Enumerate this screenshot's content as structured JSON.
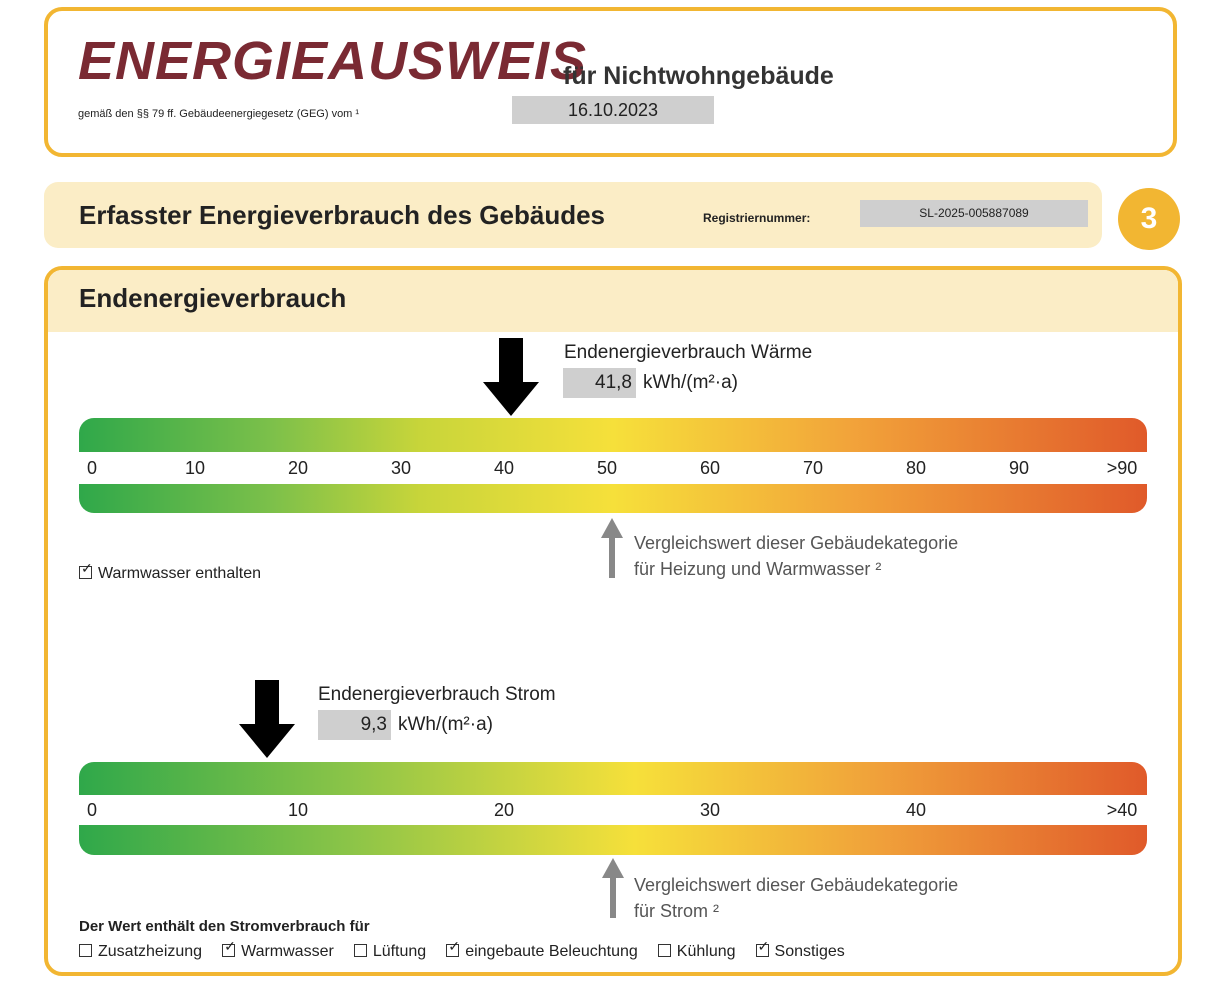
{
  "header": {
    "title": "ENERGIEAUSWEIS",
    "subtitle": "für Nichtwohngebäude",
    "law_text": "gemäß den §§ 79 ff. Gebäudeenergiegesetz (GEG) vom ¹",
    "date": "16.10.2023"
  },
  "section": {
    "title": "Erfasster Energieverbrauch des Gebäudes",
    "registration_label": "Registriernummer:",
    "registration_number": "SL-2025-005887089",
    "page_number": "3"
  },
  "main": {
    "title": "Endenergieverbrauch"
  },
  "heat": {
    "label": "Endenergieverbrauch Wärme",
    "value": "41,8",
    "value_num": 41.8,
    "unit": "kWh/(m²·a)",
    "ticks": [
      "0",
      "10",
      "20",
      "30",
      "40",
      "50",
      "60",
      "70",
      "80",
      "90",
      ">90"
    ],
    "comparison_value": 51,
    "comparison_line1": "Vergleichswert dieser Gebäudekategorie",
    "comparison_line2": "für Heizung und Warmwasser ²",
    "warmwater_label": "Warmwasser enthalten",
    "warmwater_checked": true
  },
  "power": {
    "label": "Endenergieverbrauch Strom",
    "value": "9,3",
    "value_num": 9.3,
    "unit": "kWh/(m²·a)",
    "ticks": [
      "0",
      "10",
      "20",
      "30",
      "40",
      ">40"
    ],
    "comparison_value": 27,
    "comparison_line1": "Vergleichswert dieser Gebäudekategorie",
    "comparison_line2": "für Strom ²",
    "includes_label": "Der Wert enthält den Stromverbrauch für",
    "checkboxes": [
      {
        "label": "Zusatzheizung",
        "checked": false
      },
      {
        "label": "Warmwasser",
        "checked": true
      },
      {
        "label": "Lüftung",
        "checked": false
      },
      {
        "label": "eingebaute Beleuchtung",
        "checked": true
      },
      {
        "label": "Kühlung",
        "checked": false
      },
      {
        "label": "Sonstiges",
        "checked": true
      }
    ]
  },
  "colors": {
    "accent": "#f2b632",
    "title": "#7a2a33",
    "section_bg": "#fbedc6"
  }
}
